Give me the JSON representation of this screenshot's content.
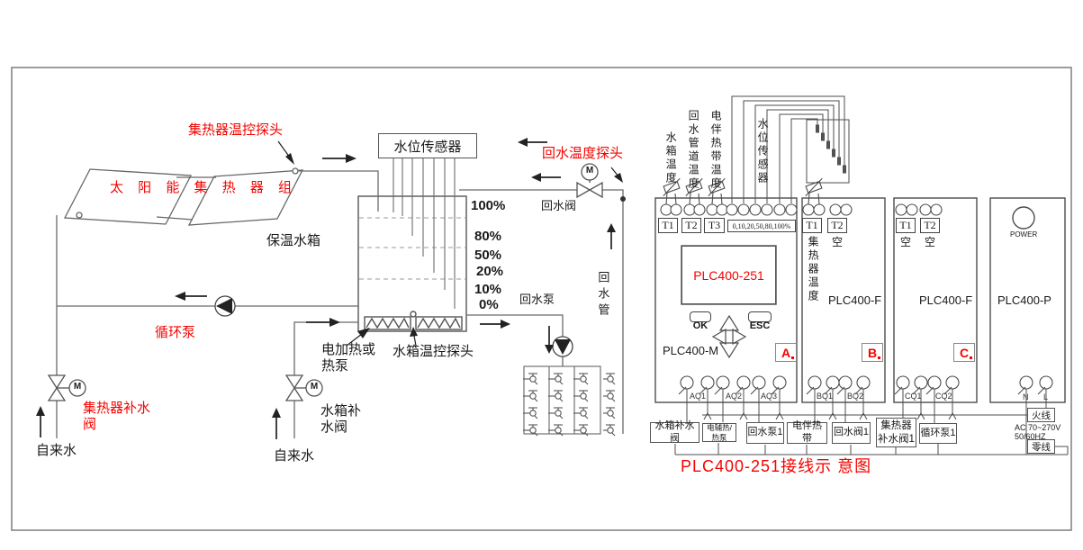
{
  "colors": {
    "red": "#f20400",
    "line": "#666666",
    "plc_line": "#4d4d4d"
  },
  "plumbing": {
    "collector_probe": "集热器温控探头",
    "collector": "太 阳 能 集 热 器 组",
    "tank": "保温水箱",
    "level_sensor": "水位传感器",
    "return_probe": "回水温度探头",
    "return_valve": "回水阀",
    "levels": [
      "100%",
      "80%",
      "50%",
      "20%",
      "10%",
      "0%"
    ],
    "return_pump": "回水泵",
    "return_pipe": "回水管",
    "circ_pump": "循环泵",
    "heater": "电加热或 热泵",
    "tank_probe": "水箱温控探头",
    "collector_fill_valve": "集热器补水阀",
    "tank_fill_valve": "水箱补水阀",
    "tap_water_left": "自来水",
    "tap_water_right": "自来水",
    "motor": "M"
  },
  "plc": {
    "module_a": {
      "inputs": [
        "水箱温度",
        "回水管道温度",
        "电伴热带温度",
        "水位传感器"
      ],
      "t1": "T1",
      "t2": "T2",
      "t3": "T3",
      "level_terminals": "0,10,20,50,80,100%",
      "screen": "PLC400-251",
      "ok": "OK",
      "esc": "ESC",
      "model": "PLC400-M",
      "badge": "A",
      "aq1": "AQ1",
      "aq2": "AQ2",
      "aq3": "AQ3"
    },
    "module_b": {
      "t1": "T1",
      "t2": "T2",
      "t1_label": "集热器温度",
      "t2_label": "空",
      "model": "PLC400-F",
      "badge": "B",
      "bq1": "BQ1",
      "bq2": "BQ2"
    },
    "module_c": {
      "t1": "T1",
      "t2": "T2",
      "t1_label": "空",
      "t2_label": "空",
      "model": "PLC400-F",
      "badge": "C",
      "cq1": "CQ1",
      "cq2": "CQ2"
    },
    "module_d": {
      "power": "POWER",
      "model": "PLC400-P",
      "n": "N",
      "l": "L"
    },
    "outputs": [
      "水箱补水阀",
      "电辅热/热泵",
      "回水泵1",
      "电伴热带",
      "回水阀1",
      "集热器补水阀1",
      "循环泵1"
    ],
    "live_wire": "火线",
    "neutral_wire": "零线",
    "ac_line1": "AC 70~270V",
    "ac_line2": "50/60HZ",
    "title": "PLC400-251接线示 意图"
  }
}
